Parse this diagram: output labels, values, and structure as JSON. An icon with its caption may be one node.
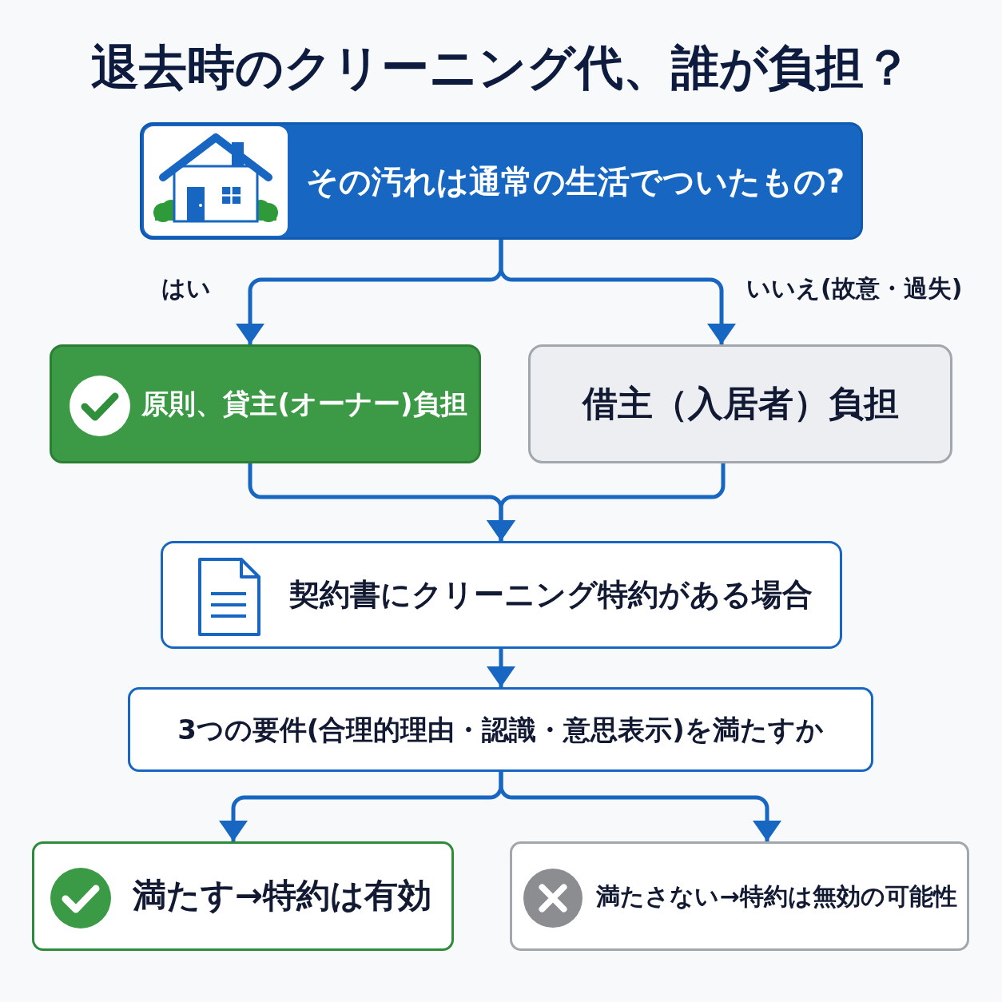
{
  "diagram": {
    "title": "退去時のクリーニング代、誰が負担？",
    "nodes": [
      {
        "text": [
          "その汚れは通常の生活でついたもの?"
        ]
      },
      {
        "text": [
          "原則、貸主(オーナー)負担"
        ]
      },
      {
        "text": [
          "借主（入居者）負担"
        ]
      },
      {
        "text": [
          "契約書にクリーニング特約がある場合"
        ]
      },
      {
        "text": [
          "3つの要件(合理的理由・認識・意思表示)を満たすか"
        ]
      },
      {
        "text": [
          "満たす→特約は有効"
        ]
      },
      {
        "text": [
          "満たさない→特約は無効の可能性"
        ]
      }
    ],
    "edges": [
      {
        "from": 0,
        "to": 1,
        "arrow": "to",
        "label": "はい"
      },
      {
        "from": 0,
        "to": 2,
        "arrow": "to",
        "label": "いいえ(故意・過失)"
      },
      {
        "from": 1,
        "to": 3,
        "arrow": "to"
      },
      {
        "from": 2,
        "to": 3,
        "arrow": "to"
      },
      {
        "from": 3,
        "to": 4,
        "arrow": "to"
      },
      {
        "from": 4,
        "to": 5,
        "arrow": "to"
      },
      {
        "from": 4,
        "to": 6,
        "arrow": "to"
      }
    ]
  }
}
